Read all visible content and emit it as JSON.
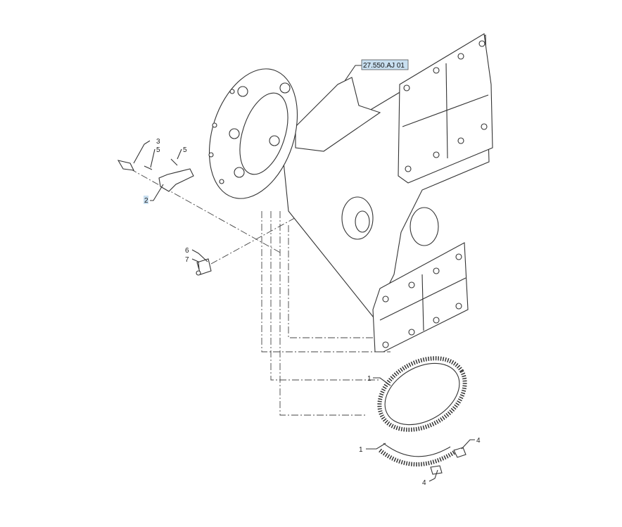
{
  "diagram": {
    "reference_label": "27.550.AJ 01",
    "callouts": [
      {
        "id": "1",
        "part": "tone-ring-upper"
      },
      {
        "id": "1",
        "part": "tone-ring-lower"
      },
      {
        "id": "2",
        "part": "sensor-bracket",
        "highlighted": true
      },
      {
        "id": "3",
        "part": "speed-sensor"
      },
      {
        "id": "4",
        "part": "bolt-right"
      },
      {
        "id": "4",
        "part": "bolt-lower"
      },
      {
        "id": "5",
        "part": "screw-left"
      },
      {
        "id": "5",
        "part": "screw-right"
      },
      {
        "id": "6",
        "part": "clip"
      },
      {
        "id": "7",
        "part": "clip-screw"
      }
    ],
    "colors": {
      "highlight": "#c8dff0",
      "line": "#333333"
    }
  }
}
